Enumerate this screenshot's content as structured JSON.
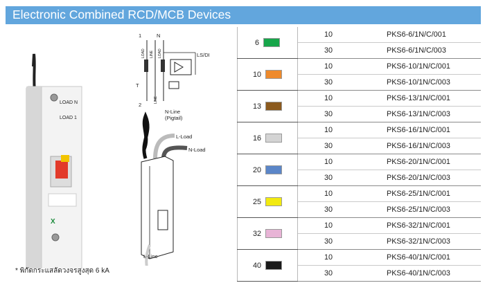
{
  "title": "Electronic Combined RCD/MCB Devices",
  "footnote": "* พิกัดกระแสลัดวงจรสูงสุด 6 kA",
  "device_photo": {
    "brand": "X",
    "terminal_labels": [
      "LOAD N",
      "LOAD 1"
    ]
  },
  "schematic": {
    "top_labels": [
      "1",
      "N"
    ],
    "wire_labels": [
      "LOAD",
      "LINE",
      "LOAD"
    ],
    "relay_label": "LS/DI",
    "test_label": "T",
    "bottom_labels": [
      "2",
      "LINE"
    ]
  },
  "wiring": {
    "n_line": "N-Line",
    "pigtail": "(Pigtail)",
    "l_load": "L-Load",
    "n_load": "N-Load",
    "l_line": "L-Line"
  },
  "colors": {
    "title_bar": "#62a6dd"
  },
  "ratings": [
    {
      "rating": "6",
      "color": "#17a64a",
      "variants": [
        {
          "sens": "10",
          "code": "PKS6-6/1N/C/001"
        },
        {
          "sens": "30",
          "code": "PKS6-6/1N/C/003"
        }
      ]
    },
    {
      "rating": "10",
      "color": "#ee8a2c",
      "variants": [
        {
          "sens": "10",
          "code": "PKS6-10/1N/C/001"
        },
        {
          "sens": "30",
          "code": "PKS6-10/1N/C/003"
        }
      ]
    },
    {
      "rating": "13",
      "color": "#8b5a1e",
      "variants": [
        {
          "sens": "10",
          "code": "PKS6-13/1N/C/001"
        },
        {
          "sens": "30",
          "code": "PKS6-13/1N/C/003"
        }
      ]
    },
    {
      "rating": "16",
      "color": "#d4d4d4",
      "variants": [
        {
          "sens": "10",
          "code": "PKS6-16/1N/C/001"
        },
        {
          "sens": "30",
          "code": "PKS6-16/1N/C/003"
        }
      ]
    },
    {
      "rating": "20",
      "color": "#5b86c8",
      "variants": [
        {
          "sens": "10",
          "code": "PKS6-20/1N/C/001"
        },
        {
          "sens": "30",
          "code": "PKS6-20/1N/C/003"
        }
      ]
    },
    {
      "rating": "25",
      "color": "#f2ea10",
      "variants": [
        {
          "sens": "10",
          "code": "PKS6-25/1N/C/001"
        },
        {
          "sens": "30",
          "code": "PKS6-25/1N/C/003"
        }
      ]
    },
    {
      "rating": "32",
      "color": "#e8b4d6",
      "variants": [
        {
          "sens": "10",
          "code": "PKS6-32/1N/C/001"
        },
        {
          "sens": "30",
          "code": "PKS6-32/1N/C/003"
        }
      ]
    },
    {
      "rating": "40",
      "color": "#1a1a1a",
      "variants": [
        {
          "sens": "10",
          "code": "PKS6-40/1N/C/001"
        },
        {
          "sens": "30",
          "code": "PKS6-40/1N/C/003"
        }
      ]
    }
  ]
}
